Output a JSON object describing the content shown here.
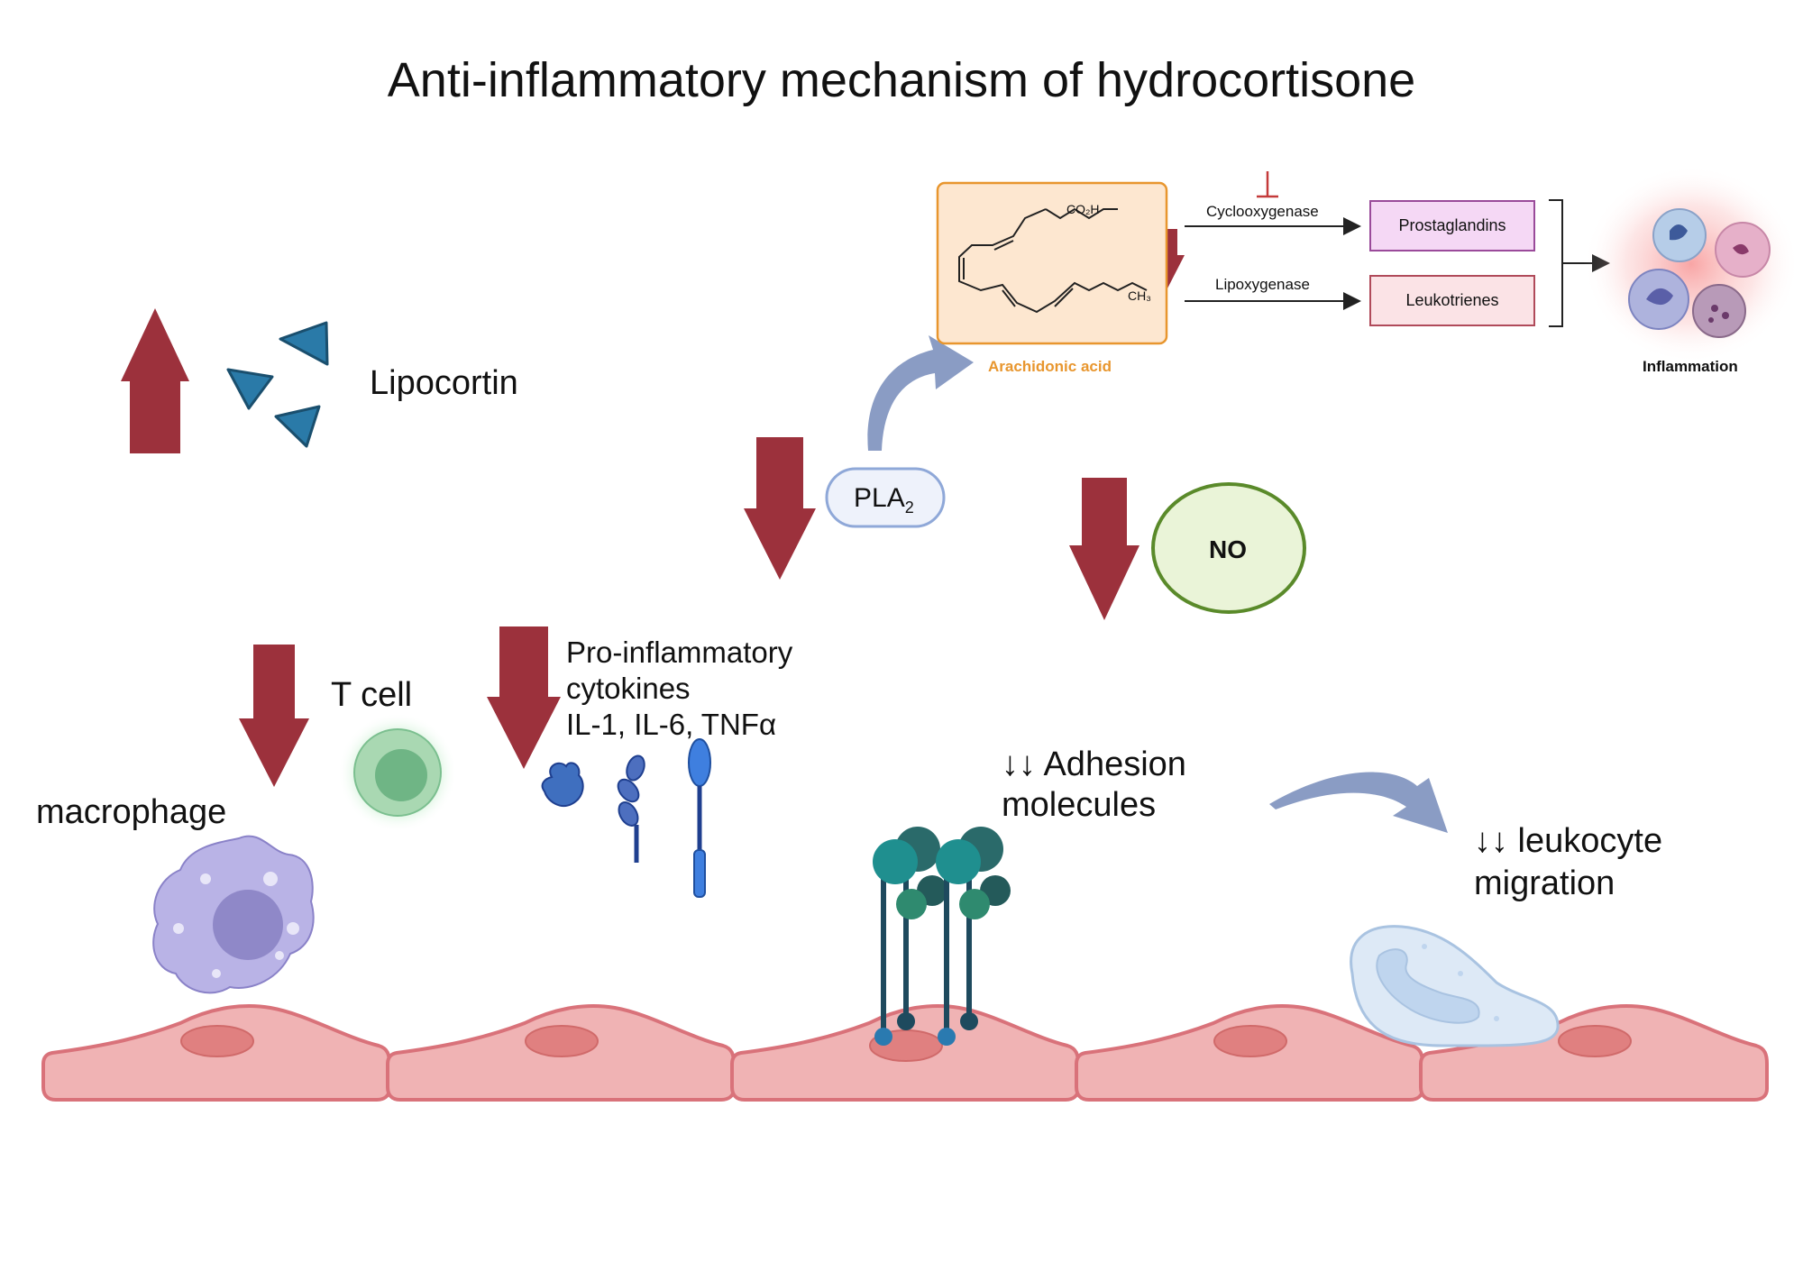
{
  "title": "Anti-inflammatory mechanism of hydrocortisone",
  "labels": {
    "lipocortin": "Lipocortin",
    "macrophage": "macrophage",
    "t_cell": "T cell",
    "cytokines_line1": "Pro-inflammatory",
    "cytokines_line2": "cytokines",
    "cytokines_line3": "IL-1, IL-6, TNFα",
    "pla2_main": "PLA",
    "pla2_sub": "2",
    "no": "NO",
    "adhesion_line1": "↓↓ Adhesion",
    "adhesion_line2": "molecules",
    "migration_line1": "↓↓ leukocyte",
    "migration_line2": "migration",
    "arachidonic_acid": "Arachidonic acid",
    "cooh": "CO₂H",
    "ch3": "CH₃",
    "cyclooxygenase": "Cyclooxygenase",
    "lipoxygenase": "Lipoxygenase",
    "prostaglandins": "Prostaglandins",
    "leukotrienes": "Leukotrienes",
    "inflammation": "Inflammation"
  },
  "colors": {
    "arrow_red": "#9c313c",
    "curved_arrow": "#8a9cc4",
    "lipocortin_blue": "#2a7aa8",
    "endothelium_fill": "#f0b3b4",
    "endothelium_stroke": "#d9727a",
    "nucleus": "#e08080",
    "arachidonic_box": "#fde7d0",
    "arachidonic_border": "#e8962e",
    "arachidonic_text": "#e8962e",
    "prostaglandins_box": "#f5d8f5",
    "prostaglandins_border": "#9a4a9a",
    "leukotrienes_box": "#fbe3e6",
    "leukotrienes_border": "#b04a5a",
    "no_fill": "#eaf4d8",
    "no_border": "#5a8a2a",
    "pla2_fill": "#eef2fb",
    "pla2_border": "#8fa8d8",
    "macrophage": "#b9b3e6",
    "t_cell": "#7bbf8f",
    "adhesion_dark": "#1e4a5e",
    "adhesion_teal": "#1f8f8f"
  },
  "icons": [
    "up-arrow-icon",
    "down-arrow-icon",
    "lipocortin-triangle-icon",
    "macrophage-icon",
    "t-cell-icon",
    "cytokine-icon",
    "adhesion-molecule-icon",
    "leukocyte-icon",
    "endothelial-cell-icon",
    "curved-arrow-icon",
    "inhibition-bar-icon"
  ]
}
